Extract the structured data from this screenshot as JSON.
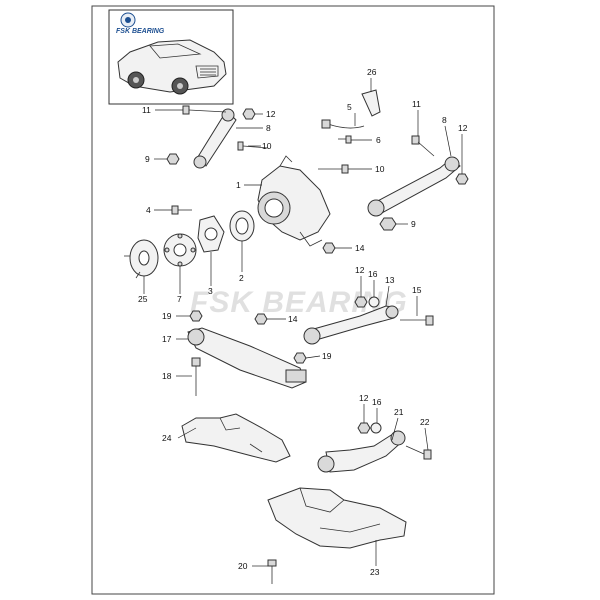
{
  "brand": {
    "logo_text": "FSK BEARING",
    "watermark_text": "FSK BEARING",
    "logo_color": "#1d4f91"
  },
  "callouts": {
    "c1": "1",
    "c2": "2",
    "c3": "3",
    "c4": "4",
    "c5": "5",
    "c6": "6",
    "c7": "7",
    "c8a": "8",
    "c8b": "8",
    "c9a": "9",
    "c9b": "9",
    "c10a": "10",
    "c10b": "10",
    "c11a": "11",
    "c11b": "11",
    "c12a": "12",
    "c12b": "12",
    "c12c": "12",
    "c12d": "12",
    "c13": "13",
    "c14a": "14",
    "c14b": "14",
    "c15": "15",
    "c16a": "16",
    "c16b": "16",
    "c17": "17",
    "c18": "18",
    "c19a": "19",
    "c19b": "19",
    "c20": "20",
    "c21": "21",
    "c22": "22",
    "c23": "23",
    "c24": "24",
    "c25": "25",
    "c26": "26"
  }
}
